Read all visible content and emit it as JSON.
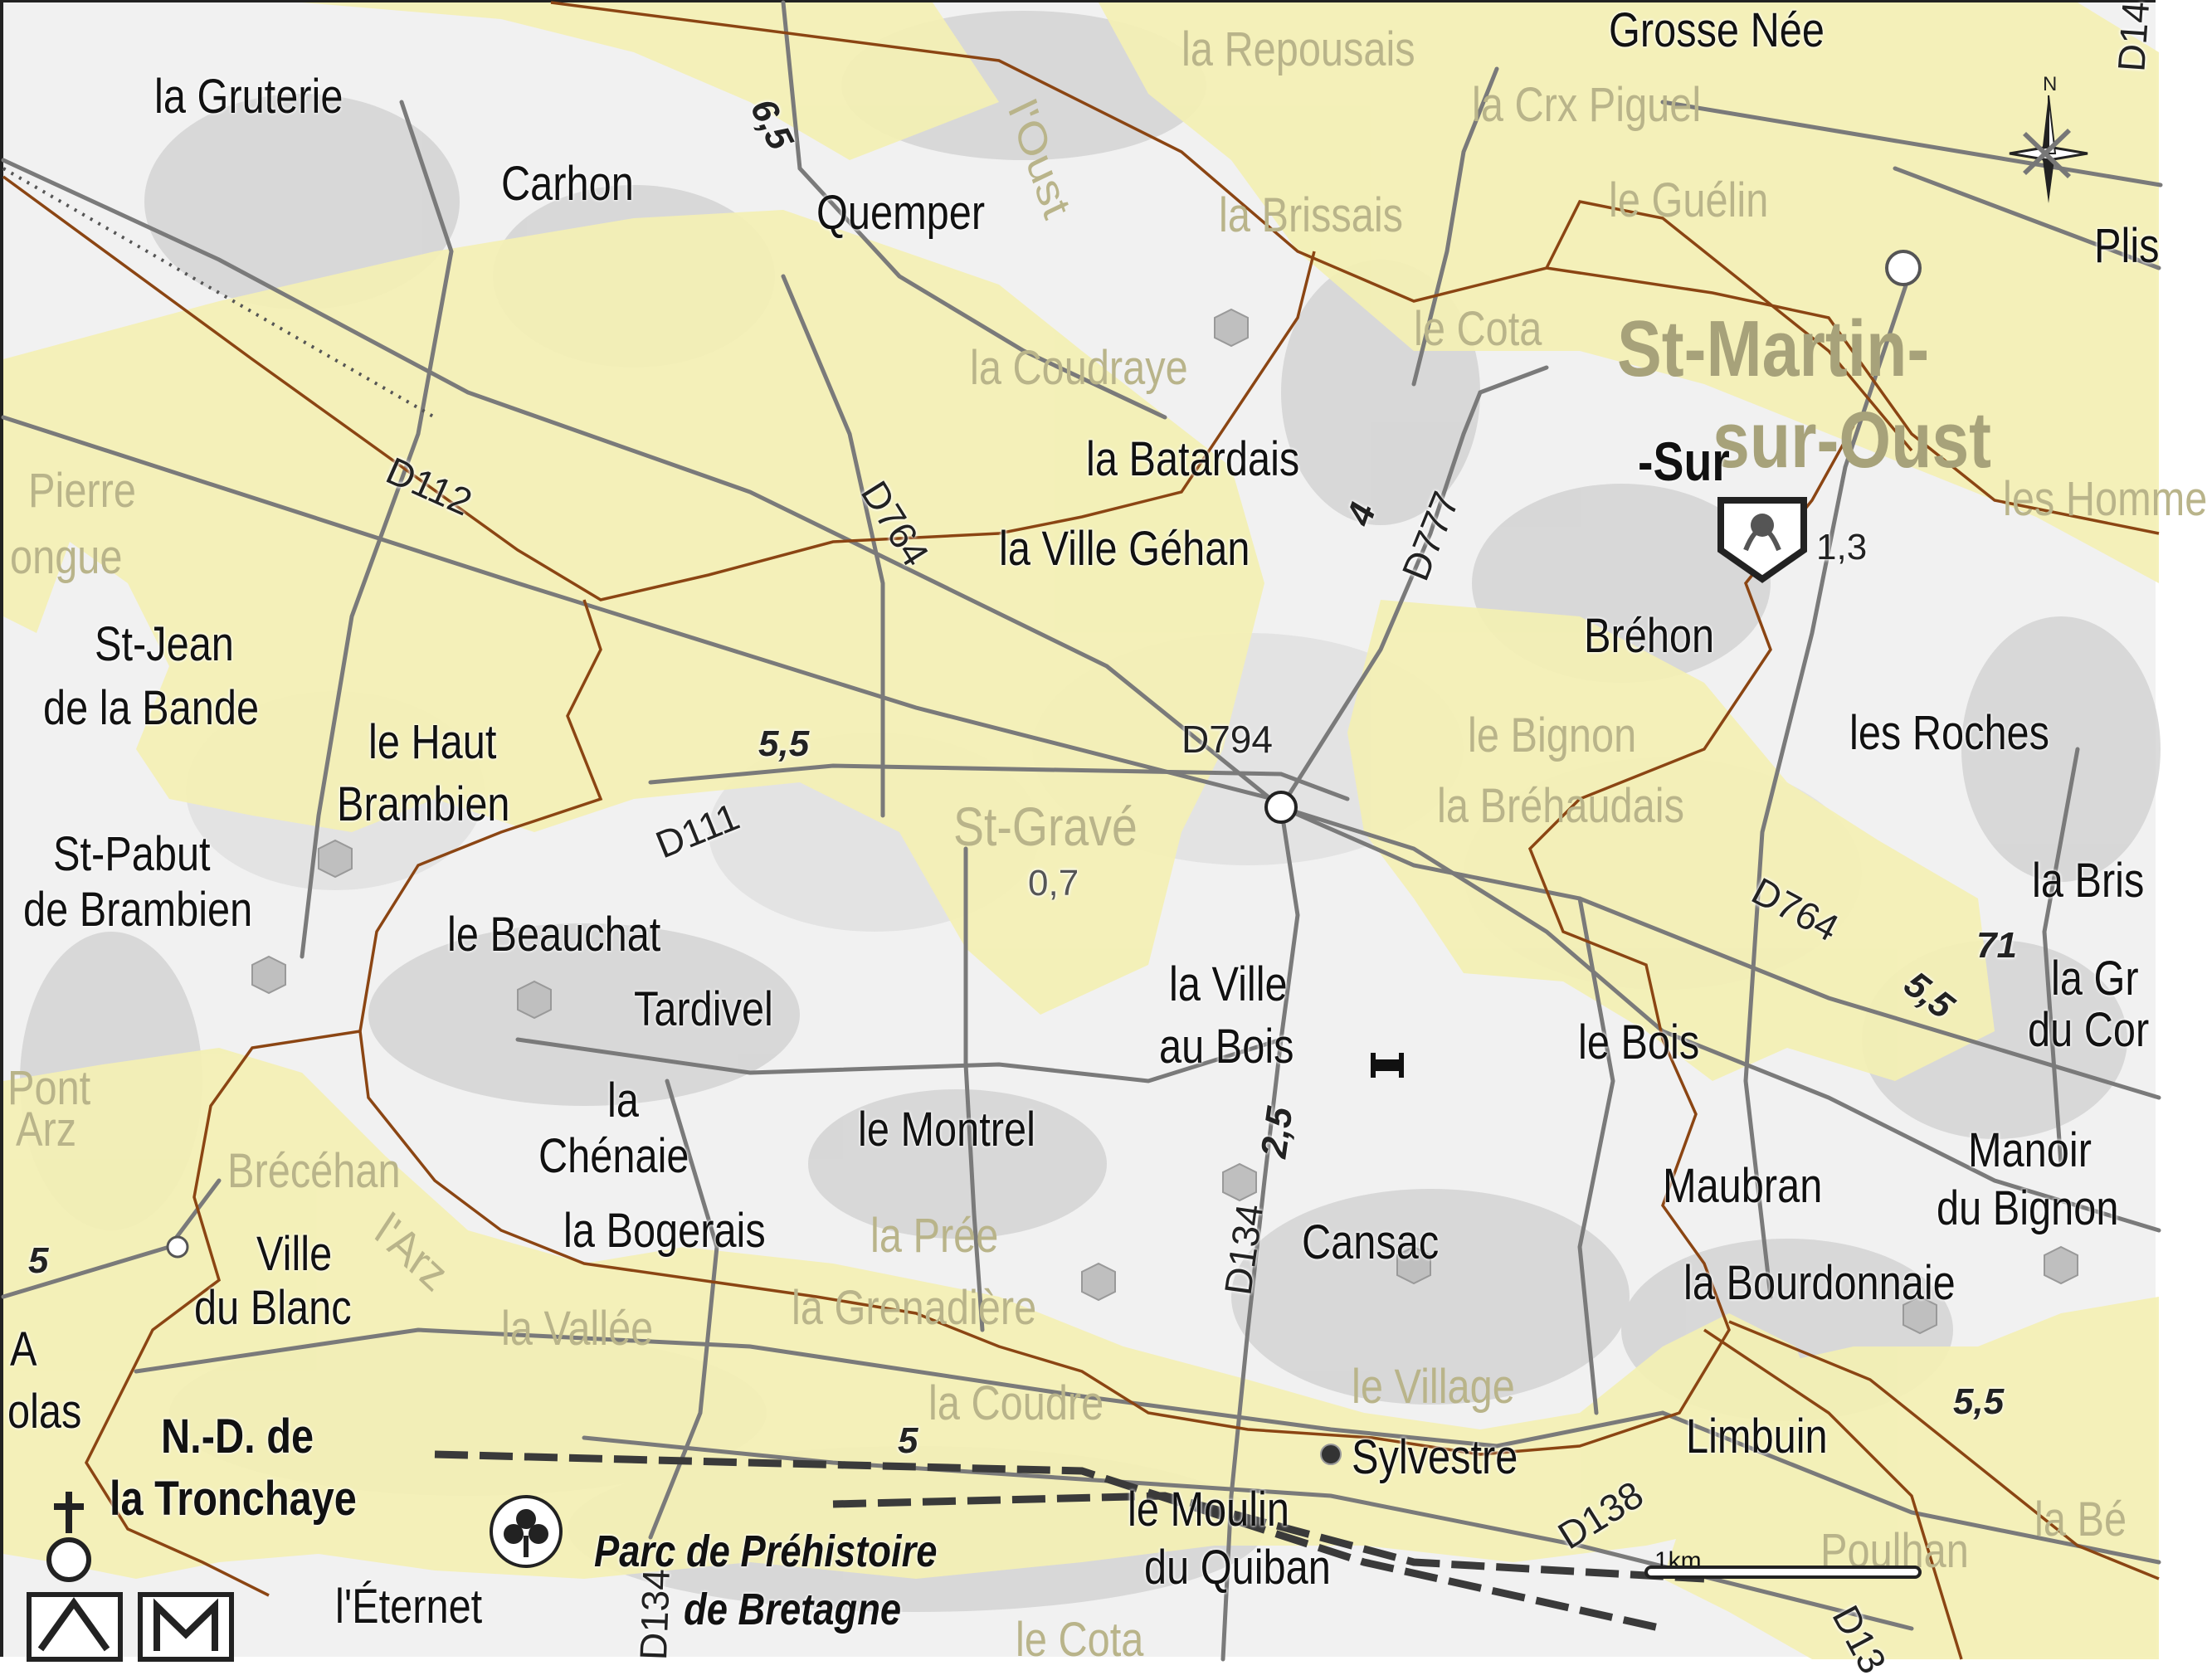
{
  "map": {
    "scale_label": "1km",
    "compass_label": "N",
    "places": [
      {
        "id": "la-gruterie",
        "text": "la Gruterie"
      },
      {
        "id": "carhon",
        "text": "Carhon"
      },
      {
        "id": "quemper",
        "text": "Quemper"
      },
      {
        "id": "la-repousais",
        "text": "la Repousais"
      },
      {
        "id": "grosse-nee",
        "text": "Grosse Née"
      },
      {
        "id": "la-crx-piguel",
        "text": "la Crx Piguel"
      },
      {
        "id": "la-brissais",
        "text": "la Brissais"
      },
      {
        "id": "le-guelin",
        "text": "le Guélin"
      },
      {
        "id": "plis",
        "text": "Plis"
      },
      {
        "id": "la-coudraye",
        "text": "la Coudraye"
      },
      {
        "id": "le-cota-north",
        "text": "le Cota"
      },
      {
        "id": "st-martin",
        "text": "St-Martin-"
      },
      {
        "id": "sur-oust",
        "text": "sur-Oust"
      },
      {
        "id": "sur",
        "text": "-Sur"
      },
      {
        "id": "les-hommes",
        "text": "les Homme"
      },
      {
        "id": "la-batardais",
        "text": "la Batardais"
      },
      {
        "id": "pierre",
        "text": "Pierre"
      },
      {
        "id": "longue",
        "text": "ongue"
      },
      {
        "id": "la-ville-gehan",
        "text": "la Ville Géhan"
      },
      {
        "id": "st-jean",
        "text": "St-Jean"
      },
      {
        "id": "de-la-bande",
        "text": "de la Bande"
      },
      {
        "id": "brehon",
        "text": "Bréhon"
      },
      {
        "id": "le-haut",
        "text": "le Haut"
      },
      {
        "id": "brambien",
        "text": "Brambien"
      },
      {
        "id": "le-bignon",
        "text": "le Bignon"
      },
      {
        "id": "les-roches",
        "text": "les Roches"
      },
      {
        "id": "st-grave",
        "text": "St-Gravé"
      },
      {
        "id": "la-brehaudais",
        "text": "la Bréhaudais"
      },
      {
        "id": "st-pabut",
        "text": "St-Pabut"
      },
      {
        "id": "de-brambien",
        "text": "de Brambien"
      },
      {
        "id": "la-bris",
        "text": "la Bris"
      },
      {
        "id": "le-beauchat",
        "text": "le Beauchat"
      },
      {
        "id": "la-gr",
        "text": "la Gr"
      },
      {
        "id": "du-cor",
        "text": "du Cor"
      },
      {
        "id": "tardivel",
        "text": "Tardivel"
      },
      {
        "id": "la-ville",
        "text": "la Ville"
      },
      {
        "id": "au-bois",
        "text": "au Bois"
      },
      {
        "id": "le-bois",
        "text": "le Bois"
      },
      {
        "id": "pont",
        "text": "Pont"
      },
      {
        "id": "arz-west",
        "text": "Arz"
      },
      {
        "id": "la-chenaie-1",
        "text": "la"
      },
      {
        "id": "la-chenaie-2",
        "text": "Chénaie"
      },
      {
        "id": "le-montrel",
        "text": "le Montrel"
      },
      {
        "id": "manoir",
        "text": "Manoir"
      },
      {
        "id": "du-bignon",
        "text": "du Bignon"
      },
      {
        "id": "brecehan",
        "text": "Brécéhan"
      },
      {
        "id": "maubran",
        "text": "Maubran"
      },
      {
        "id": "la-bogerais",
        "text": "la Bogerais"
      },
      {
        "id": "la-pree",
        "text": "la Prée"
      },
      {
        "id": "cansac",
        "text": "Cansac"
      },
      {
        "id": "ville-1",
        "text": "Ville"
      },
      {
        "id": "du-blanc",
        "text": "du Blanc"
      },
      {
        "id": "l-arz",
        "text": "l'Arz"
      },
      {
        "id": "la-bourdonnaie",
        "text": "la Bourdonnaie"
      },
      {
        "id": "la-grenadiere",
        "text": "la Grenadière"
      },
      {
        "id": "la-vallee",
        "text": "la Vallée"
      },
      {
        "id": "a-edge",
        "text": "A"
      },
      {
        "id": "olas",
        "text": "olas"
      },
      {
        "id": "la-coudre",
        "text": "la Coudre"
      },
      {
        "id": "le-village",
        "text": "le Village"
      },
      {
        "id": "sylvestre",
        "text": "Sylvestre"
      },
      {
        "id": "limbuin",
        "text": "Limbuin"
      },
      {
        "id": "nd-de",
        "text": "N.-D. de"
      },
      {
        "id": "la-tronchaye",
        "text": "la Tronchaye"
      },
      {
        "id": "le-moulin",
        "text": "le Moulin"
      },
      {
        "id": "du-quiban",
        "text": "du Quiban"
      },
      {
        "id": "la-be",
        "text": "la Bé"
      },
      {
        "id": "parc-1",
        "text": "Parc de Préhistoire"
      },
      {
        "id": "parc-2",
        "text": "de Bretagne"
      },
      {
        "id": "poulhan",
        "text": "Poulhan"
      },
      {
        "id": "l-eternet",
        "text": "l'Éternet"
      },
      {
        "id": "le-cota-south",
        "text": "le Cota"
      },
      {
        "id": "l-oust",
        "text": "l'Oust"
      }
    ],
    "roads": [
      {
        "id": "d112",
        "text": "D112"
      },
      {
        "id": "d764-north",
        "text": "D764"
      },
      {
        "id": "d777",
        "text": "D777"
      },
      {
        "id": "d794",
        "text": "D794"
      },
      {
        "id": "d111",
        "text": "D111"
      },
      {
        "id": "d764-east",
        "text": "D764"
      },
      {
        "id": "d134-center",
        "text": "D134"
      },
      {
        "id": "d138",
        "text": "D138"
      },
      {
        "id": "d134-south",
        "text": "D134"
      },
      {
        "id": "d14-edge",
        "text": "D14"
      },
      {
        "id": "d13-edge",
        "text": "D13"
      }
    ],
    "distances": [
      {
        "id": "dist-6-5",
        "text": "6,5"
      },
      {
        "id": "dist-4",
        "text": "4"
      },
      {
        "id": "dist-1-3",
        "text": "1,3"
      },
      {
        "id": "dist-5-5-a",
        "text": "5,5"
      },
      {
        "id": "dist-0-7",
        "text": "0,7"
      },
      {
        "id": "dist-71",
        "text": "71"
      },
      {
        "id": "dist-5-5-b",
        "text": "5,5"
      },
      {
        "id": "dist-2-5",
        "text": "2,5"
      },
      {
        "id": "dist-5-west",
        "text": "5"
      },
      {
        "id": "dist-5-south",
        "text": "5"
      },
      {
        "id": "dist-5-5-c",
        "text": "5,5"
      }
    ],
    "colors": {
      "overlay": "#f4f0b4",
      "boundary": "#8b4513",
      "relief": "#cfcfcf",
      "road": "#7a7a7a"
    },
    "icons": [
      "clover-icon",
      "church-icon",
      "monument-icon",
      "museum-icon",
      "compass-rose-icon"
    ]
  }
}
